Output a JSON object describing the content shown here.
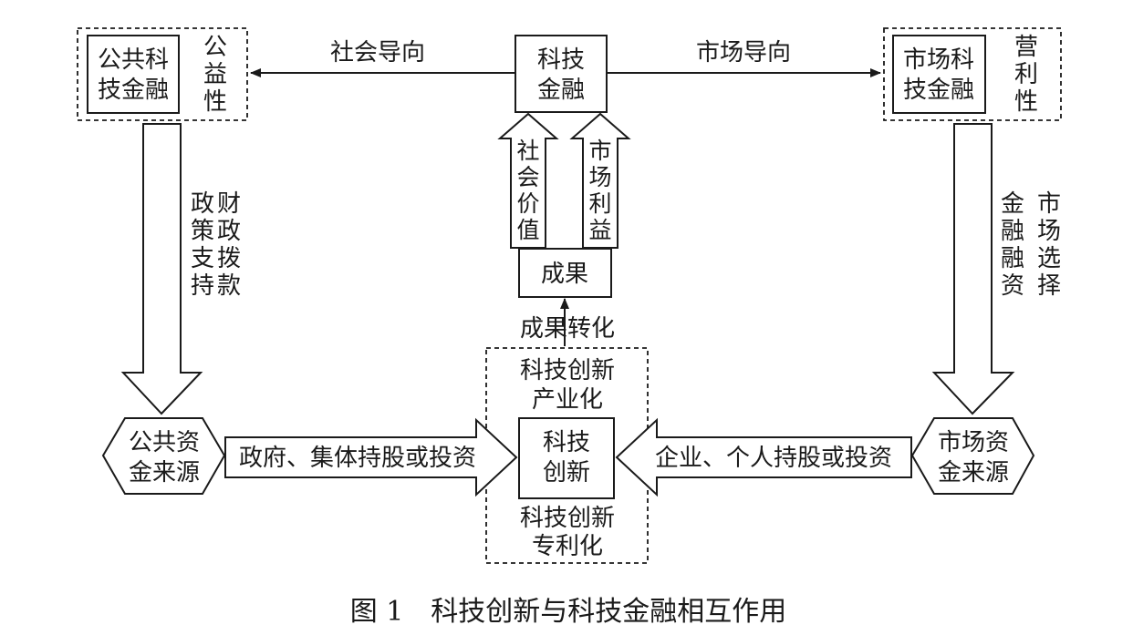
{
  "nodes": {
    "center_finance": [
      "科技",
      "金融"
    ],
    "public_finance": [
      "公共科",
      "技金融"
    ],
    "public_side_label": [
      "公",
      "益",
      "性"
    ],
    "market_finance": [
      "市场科",
      "技金融"
    ],
    "market_side_label": [
      "营",
      "利",
      "性"
    ],
    "achievement": "成果",
    "innovation": [
      "科技",
      "创新"
    ],
    "public_source": [
      "公共资",
      "金来源"
    ],
    "market_source": [
      "市场资",
      "金来源"
    ]
  },
  "labels": {
    "social_orientation": "社会导向",
    "market_orientation": "市场导向",
    "social_value": [
      "社",
      "会",
      "价",
      "值"
    ],
    "market_interest": [
      "市",
      "场",
      "利",
      "益"
    ],
    "achievement_transform": "成果转化",
    "industrialization": [
      "科技创新",
      "产业化"
    ],
    "patenting": [
      "科技创新",
      "专利化"
    ],
    "gov_investment": "政府、集体持股或投资",
    "private_investment": "企业、个人持股或投资",
    "fiscal_col1": [
      "政",
      "策",
      "支",
      "持"
    ],
    "fiscal_col2": [
      "财",
      "政",
      "拨",
      "款"
    ],
    "market_col1": [
      "金",
      "融",
      "融",
      "资"
    ],
    "market_col2": [
      "市",
      "场",
      "选",
      "择"
    ]
  },
  "caption": "图 1　科技创新与科技金融相互作用"
}
